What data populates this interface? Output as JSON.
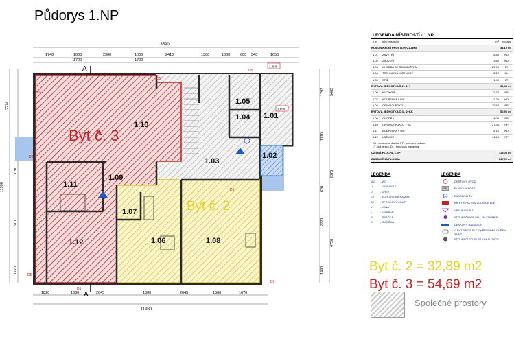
{
  "title": "Půdorys 1.NP",
  "plan": {
    "dims_top_total": "13590",
    "dims_top": [
      "1740",
      "1000",
      "2300",
      "1000",
      "2410",
      "1300",
      "1000",
      "600",
      "540",
      "1650"
    ],
    "dims_top2": [
      "1700",
      "1700"
    ],
    "dims_bottom_total": "11980",
    "dims_bottom": [
      "1820",
      "1000",
      "2645",
      "1000",
      "2645",
      "1000",
      "1670"
    ],
    "dims_left": [
      "2274",
      "3190",
      "610",
      "1770"
    ],
    "dims_left2": [
      "11990"
    ],
    "dims_right": [
      "1792",
      "1170",
      "620",
      "2220",
      "1490"
    ],
    "dims_right2": [
      "5462",
      "2870",
      "4720"
    ],
    "section_top": "A",
    "section_bottom": "A'",
    "byt3_label": "Byt č. 3",
    "byt2_label": "Byt č. 2",
    "room_labels": [
      "1.10",
      "1.11",
      "1.12",
      "1.09",
      "1.03",
      "1.05",
      "1.04",
      "1.01",
      "1.02",
      "1.07",
      "1.06",
      "1.08"
    ],
    "small_labels": [
      "D5",
      "D5",
      "D5",
      "D5",
      "D5",
      "D5",
      "D5",
      "D5",
      "1.850",
      "1.850"
    ]
  },
  "legend_table": {
    "title": "LEGENDA MÍSTNOSTÍ - 1.NP",
    "col_headers": [
      "č.m.",
      "účel místnosti",
      "m²",
      "podlaha"
    ],
    "sec1": {
      "label": "KOMUNIKAČNÍ PROSTOR+ZÁZEMÍ",
      "value": "34,10 m²"
    },
    "rows1": [
      [
        "1.01",
        "ZÁVĚTŘÍ",
        "5,85",
        "KD"
      ],
      [
        "1.02",
        "ZÁDVEŘÍ",
        "3,60",
        "KD"
      ],
      [
        "1.03",
        "CHODBA SE SCHODIŠTĚM",
        "25,95",
        "LT"
      ],
      [
        "1.04",
        "TECHNICKÁ MÍSTNOST",
        "2,20",
        "DL"
      ],
      [
        "1.05",
        "SPÍŽ",
        "1,40",
        "LT"
      ]
    ],
    "sec2": {
      "label": "BYTOVÁ JEDNOTKA Č.2 -       1+1",
      "value": "30,45 m²"
    },
    "rows2": [
      [
        "1.06",
        "KUCHYNĚ",
        "12,70",
        "PP"
      ],
      [
        "1.07",
        "KOUPELNA + WC",
        "2,25",
        "KD"
      ],
      [
        "1.08",
        "OBÝVACÍ POKOJ",
        "15,50",
        "PP"
      ]
    ],
    "sec3": {
      "label": "BYTOVÁ JEDNOTKA Č.3 -       2+KK",
      "value": "50,50 m²"
    },
    "rows3": [
      [
        "1.09",
        "CHODBA",
        "4,00",
        "PP"
      ],
      [
        "1.10",
        "OBÝVACÍ POKOJ + KK",
        "27,35",
        "PP"
      ],
      [
        "1.11",
        "KOUPELNA + WC",
        "5,10",
        "KD"
      ],
      [
        "1.12",
        "LOŽNICE",
        "14,15",
        "PP"
      ]
    ],
    "note": "KD - keramická dlažba, PP - plovoucí podlaha\nLT - litá teraco, DL - betonová mazanina",
    "total1": {
      "label": "UŽITNÁ PLOCHA 1.NP",
      "value": "115,05 m²"
    },
    "total2": {
      "label": "ZASTAVĚNÁ PLOCHA",
      "value": "147,90 m²"
    }
  },
  "legend_left": {
    "heading": "LEGENDA",
    "items": [
      [
        "WC",
        "- WC"
      ],
      [
        "U",
        "- UMYVADLO"
      ],
      [
        "D",
        "- DŘEZ"
      ],
      [
        "EK",
        "- ELEKTRICKÁ KAMNA"
      ],
      [
        "SK",
        "- SPRCHOVÝ KOUT"
      ],
      [
        "V",
        "- VANA"
      ],
      [
        "L",
        "- LEDNICE"
      ],
      [
        "P",
        "- PRAČKA"
      ],
      [
        "S",
        "- SUŠIČKA"
      ]
    ]
  },
  "legend_right": {
    "heading": "LEGENDA",
    "items": [
      "DEŠŤOVÝ SVOD",
      "PLYNOVÝ KOTEL",
      "ZÁSOBNÍK TV",
      "BR BYTOVÁ ROZVODNICE ELE",
      "VSTUP DO B.J.",
      "STOUPAČKA PLYNU +PLYNOMĚR",
      "DESKOVÝ RADIÁTOR",
      "O BATERIE S ELE OHŘEVODNÍ, OHŘEV VODY",
      "STOUPACÍ POTRUBÍ KANALIZACE"
    ],
    "icon_names": [
      "downpipe-icon",
      "gas-boiler-icon",
      "water-tank-icon",
      "distribution-board-icon",
      "entrance-icon",
      "gas-riser-icon",
      "radiator-icon",
      "battery-heater-icon",
      "sewer-riser-icon"
    ]
  },
  "summary": {
    "byt2": "Byt č. 2 = 32,89 m2",
    "byt3": "Byt č. 3 = 54,69 m2",
    "common": "Společné prostory"
  },
  "colors": {
    "byt3": "#cc1f1f",
    "byt2": "#e6cf25",
    "common": "#a0a0a0",
    "walls": "#2a2a2a",
    "blue": "#3f7fd6",
    "legend_blue": "#1a2f8a"
  }
}
